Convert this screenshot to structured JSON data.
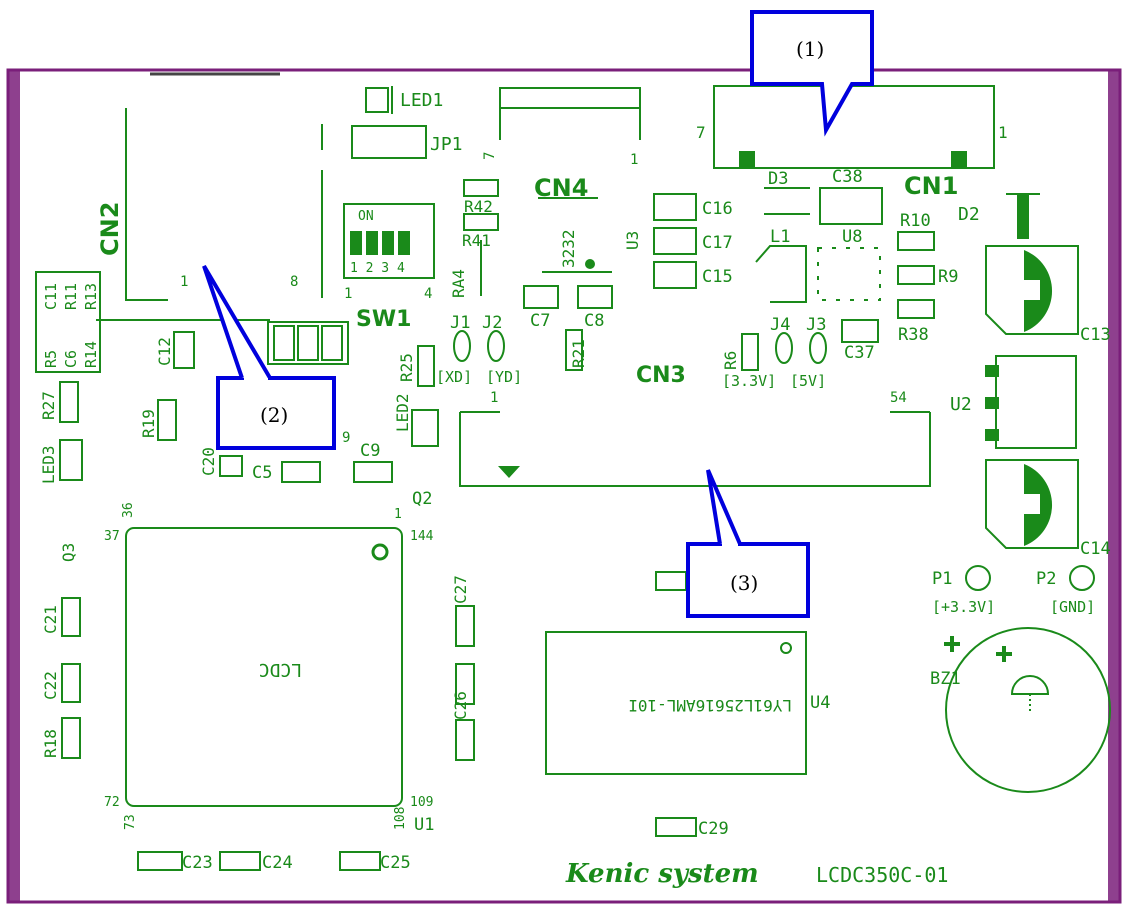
{
  "board": {
    "model": "LCDC350C-01",
    "brand": "Kenic system"
  },
  "callouts": [
    "(1)",
    "(2)",
    "(3)"
  ],
  "labels": {
    "cn1": "CN1",
    "cn2": "CN2",
    "cn3": "CN3",
    "cn4": "CN4",
    "sw1": "SW1",
    "led1": "LED1",
    "led2": "LED2",
    "led3": "LED3",
    "jp1": "JP1",
    "r42": "R42",
    "r41": "R41",
    "ra4": "RA4",
    "u3": "U3",
    "ic3232": "3232",
    "c16": "C16",
    "c17": "C17",
    "c15": "C15",
    "d3": "D3",
    "c38": "C38",
    "d2": "D2",
    "l1": "L1",
    "u8": "U8",
    "r10": "R10",
    "r9": "R9",
    "r38": "R38",
    "c13": "C13",
    "u2": "U2",
    "c14": "C14",
    "c11": "C11",
    "r11": "R11",
    "r13": "R13",
    "r5": "R5",
    "c6": "C6",
    "r14": "R14",
    "c12": "C12",
    "r27": "R27",
    "r19": "R19",
    "c20": "C20",
    "c5": "C5",
    "c9": "C9",
    "q2": "Q2",
    "q3": "Q3",
    "c21": "C21",
    "c22": "C22",
    "r18": "R18",
    "u1": "U1",
    "ic_lcdc": "LCDC",
    "c27": "C27",
    "c26": "C26",
    "c23": "C23",
    "c24": "C24",
    "c25": "C25",
    "c29": "C29",
    "c7": "C7",
    "c8": "C8",
    "r21": "R21",
    "j1": "J1",
    "j2": "J2",
    "r25": "R25",
    "xd": "[XD]",
    "yd": "[YD]",
    "r6": "R6",
    "j4": "J4",
    "j3": "J3",
    "c37": "C37",
    "v33": "[3.3V]",
    "v5": "[5V]",
    "p1": "P1",
    "p2": "P2",
    "p1_net": "[+3.3V]",
    "p2_net": "[GND]",
    "bz1": "BZ1",
    "u4": "U4",
    "ic_sram": "LY61L25616AML-10I",
    "on": "ON",
    "sw_nums": "1 2 3 4"
  },
  "pins": {
    "cn1_7": "7",
    "cn1_1": "1",
    "cn4_7": "7",
    "cn4_1": "1",
    "cn2_1": "1",
    "cn2_8": "8",
    "sw_1": "1",
    "sw_4": "4",
    "cn3_1": "1",
    "cn3_54": "54",
    "cn5_9": "9",
    "u1_36": "36",
    "u1_1": "1",
    "u1_37": "37",
    "u1_144": "144",
    "u1_72": "72",
    "u1_109": "109",
    "u1_73": "73",
    "u1_108": "108"
  },
  "colors": {
    "silkscreen": "#1a8a1a",
    "outline": "#7a1f7a",
    "callout_border": "#0000dd"
  }
}
